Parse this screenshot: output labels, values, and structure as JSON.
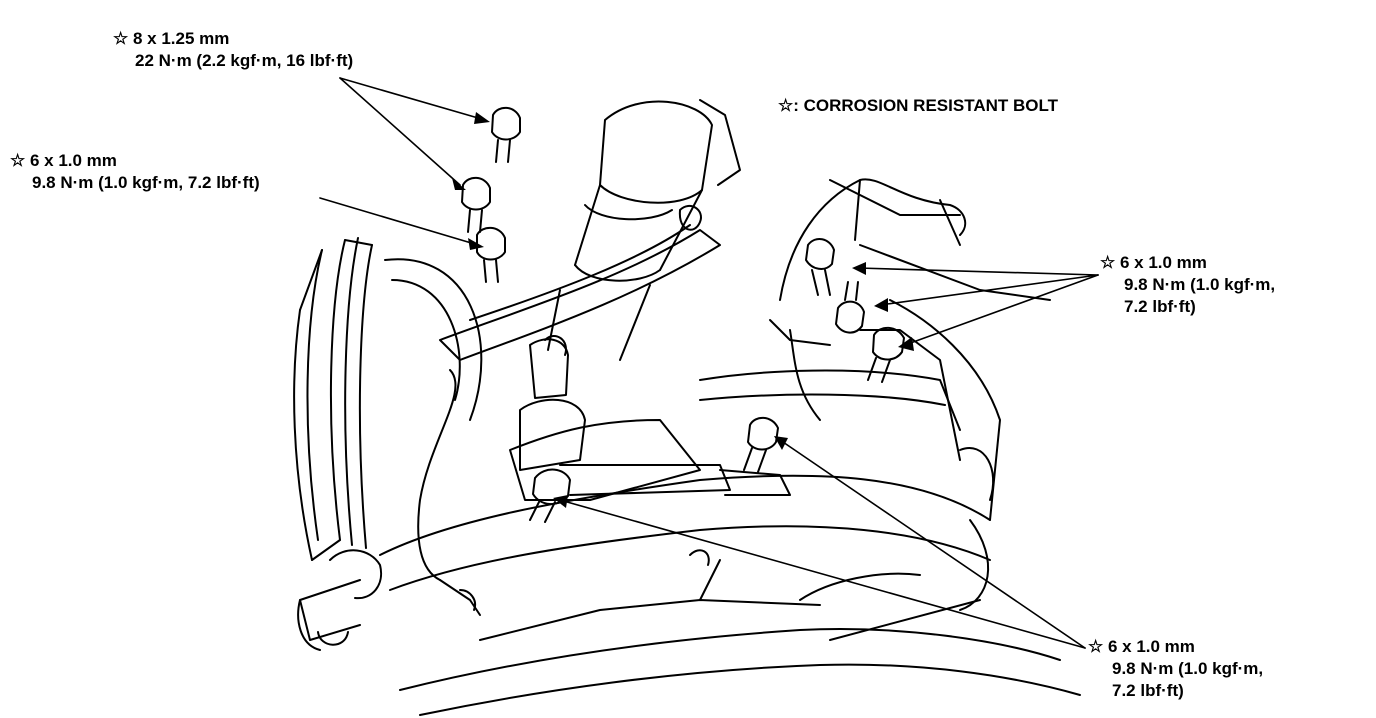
{
  "legend": "☆: CORROSION RESISTANT BOLT",
  "callouts": [
    {
      "id": "top-left-8mm",
      "lines": [
        "☆ 8 x 1.25 mm",
        "22 N·m (2.2 kgf·m, 16 lbf·ft)"
      ]
    },
    {
      "id": "left-6mm",
      "lines": [
        "☆ 6 x 1.0 mm",
        "9.8 N·m (1.0 kgf·m, 7.2 lbf·ft)"
      ]
    },
    {
      "id": "right-6mm",
      "lines": [
        "☆ 6 x 1.0 mm",
        "9.8 N·m (1.0 kgf·m,",
        "7.2 lbf·ft)"
      ]
    },
    {
      "id": "bottom-right-6mm",
      "lines": [
        "☆ 6 x 1.0 mm",
        "9.8 N·m (1.0 kgf·m,",
        "7.2 lbf·ft)"
      ]
    }
  ]
}
